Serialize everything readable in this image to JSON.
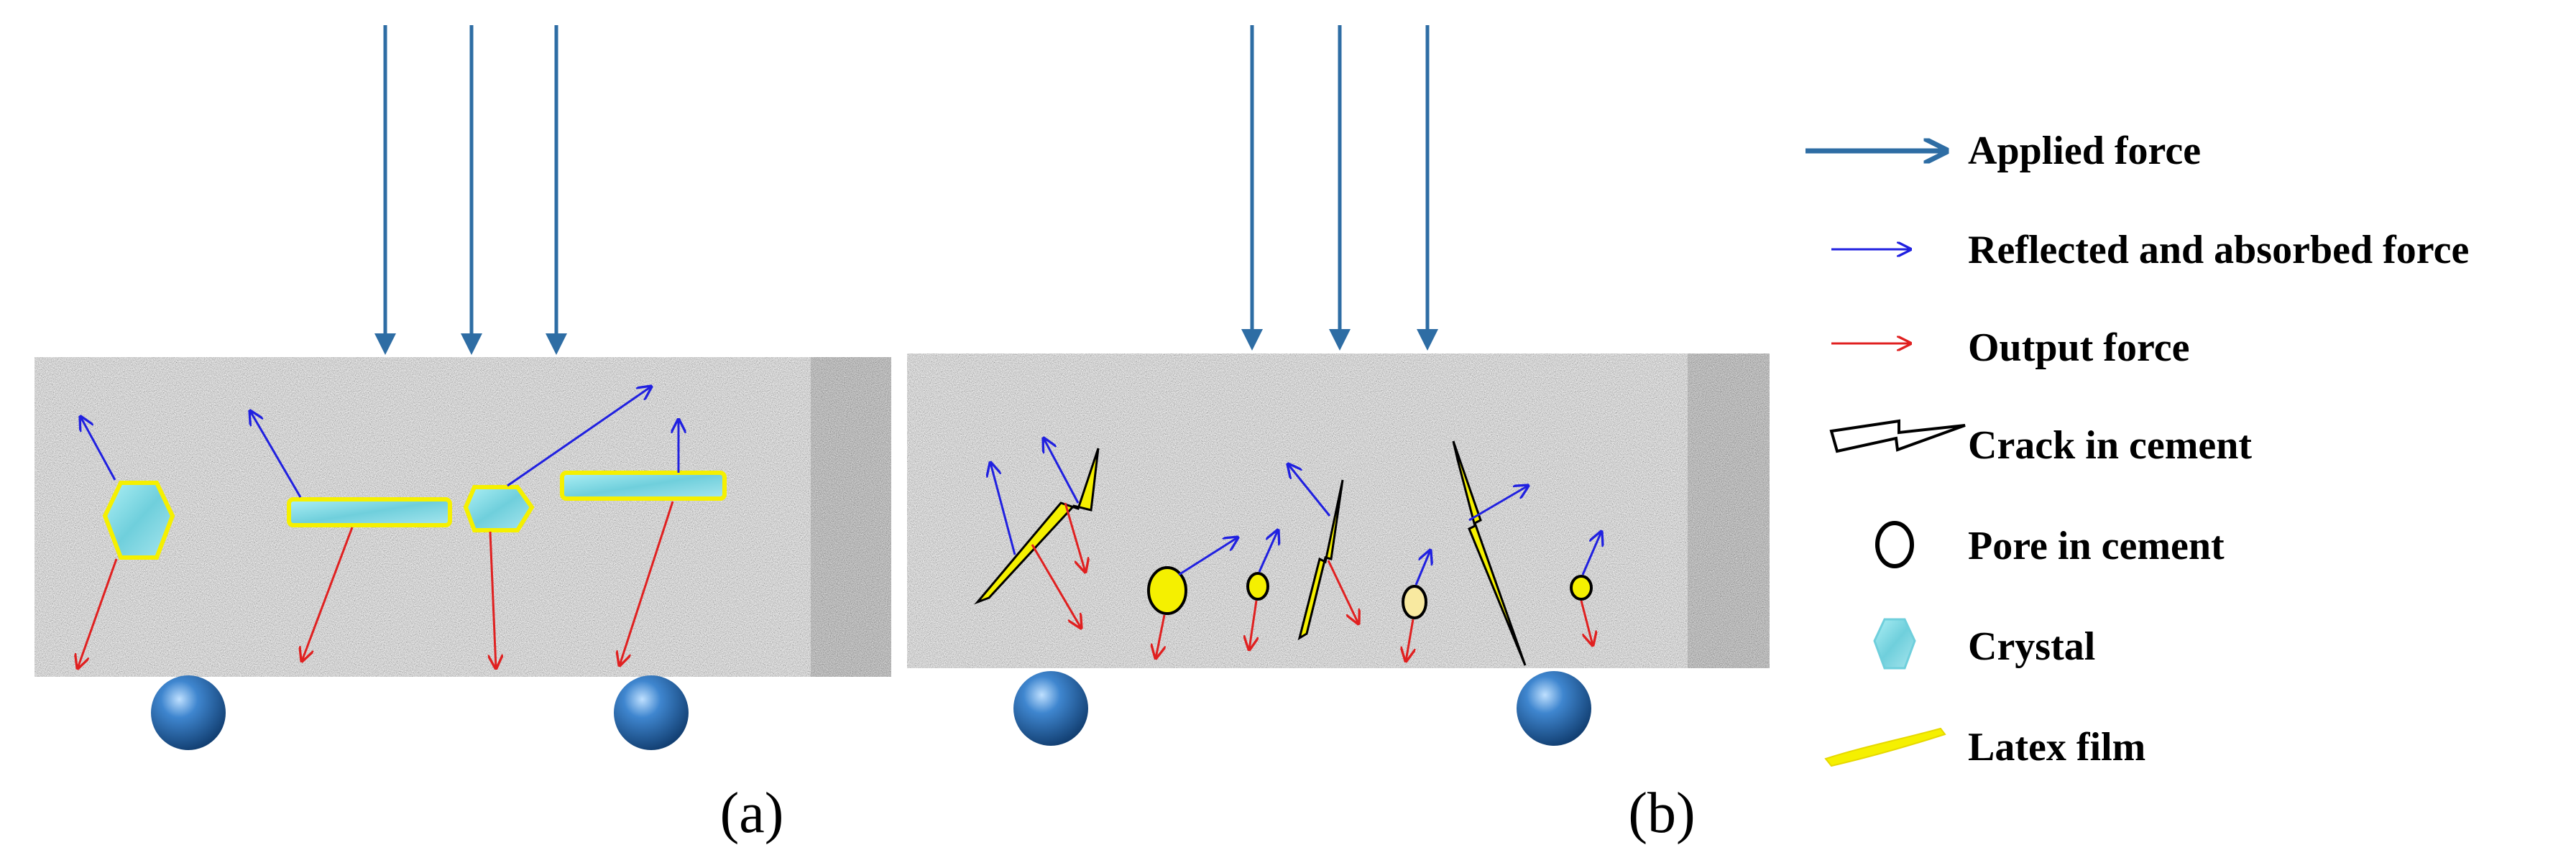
{
  "panels": [
    {
      "label": "(a)"
    },
    {
      "label": "(b)"
    }
  ],
  "legend": [
    {
      "label": "Applied force",
      "icon": "applied-force-arrow-icon",
      "color": "#2e6da4"
    },
    {
      "label": "Reflected and absorbed force",
      "icon": "reflected-force-arrow-icon",
      "color": "#2020e0"
    },
    {
      "label": "Output force",
      "icon": "output-force-arrow-icon",
      "color": "#e02020"
    },
    {
      "label": "Crack in cement",
      "icon": "crack-icon",
      "color": "#000000"
    },
    {
      "label": "Pore in cement",
      "icon": "pore-icon",
      "color": "#000000"
    },
    {
      "label": "Crystal",
      "icon": "crystal-icon",
      "color": "#7fd6e0"
    },
    {
      "label": "Latex film",
      "icon": "latex-film-icon",
      "color": "#f5f000"
    }
  ],
  "colors": {
    "beam_outline": "#3f5f86",
    "support_ball": "#2b6cb0",
    "pore_fill": "#f5f000",
    "pore_fill_light": "#f8e9a0"
  }
}
